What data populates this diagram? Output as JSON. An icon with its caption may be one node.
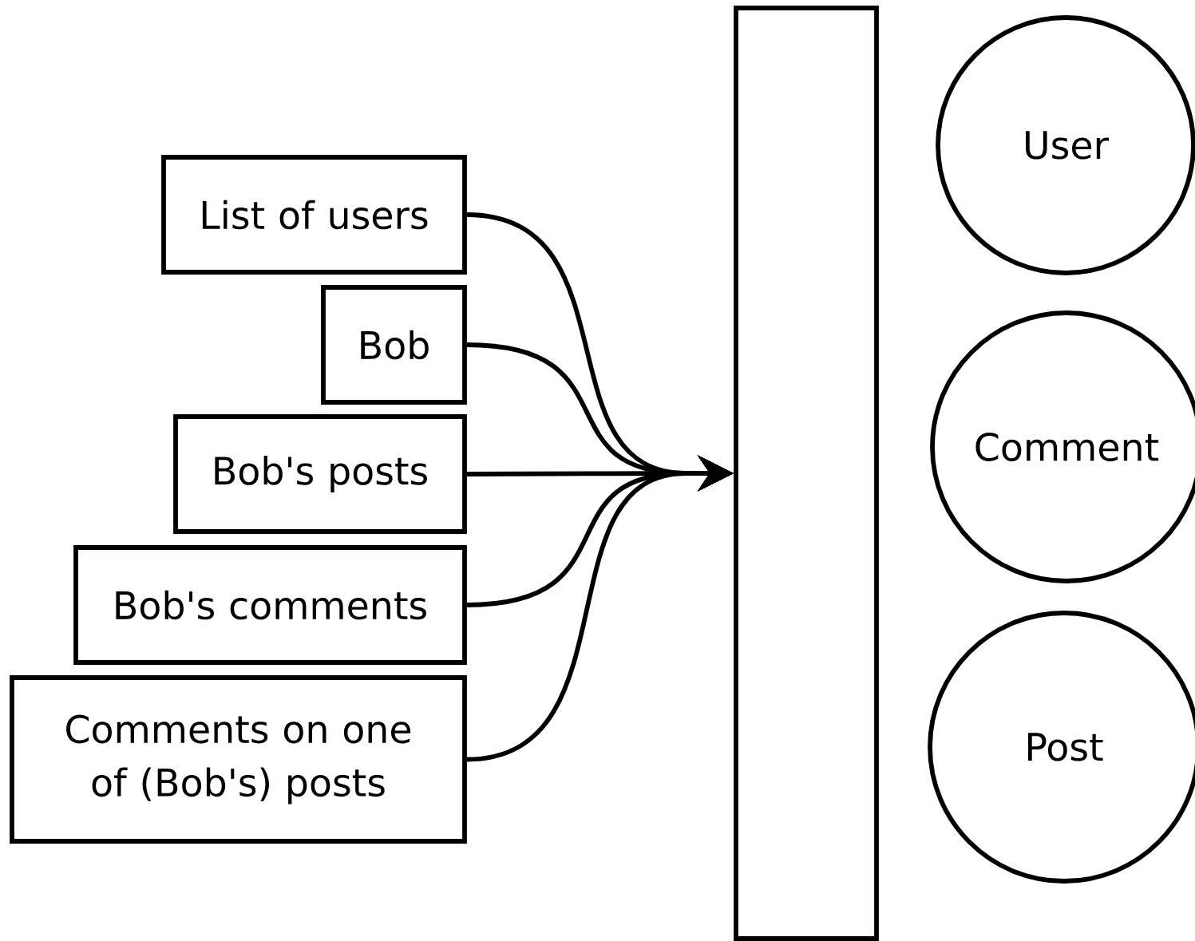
{
  "diagram": {
    "nodes": [
      {
        "text": [
          "List of users"
        ]
      },
      {
        "text": [
          "Bob"
        ]
      },
      {
        "text": [
          "Bob's posts"
        ]
      },
      {
        "text": [
          "Bob's comments"
        ]
      },
      {
        "text": [
          "Comments on one of (Bob's) posts"
        ]
      },
      {
        "text": [],
        "shape": "box"
      },
      {
        "text": [
          "User"
        ]
      },
      {
        "text": [
          "Comment"
        ]
      },
      {
        "text": [
          "Post"
        ]
      }
    ],
    "edges": [
      {
        "from": 0,
        "to": 5,
        "arrow": "to"
      },
      {
        "from": 1,
        "to": 5,
        "arrow": "to"
      },
      {
        "from": 2,
        "to": 5,
        "arrow": "to"
      },
      {
        "from": 3,
        "to": 5,
        "arrow": "to"
      },
      {
        "from": 4,
        "to": 5,
        "arrow": "to"
      }
    ]
  }
}
